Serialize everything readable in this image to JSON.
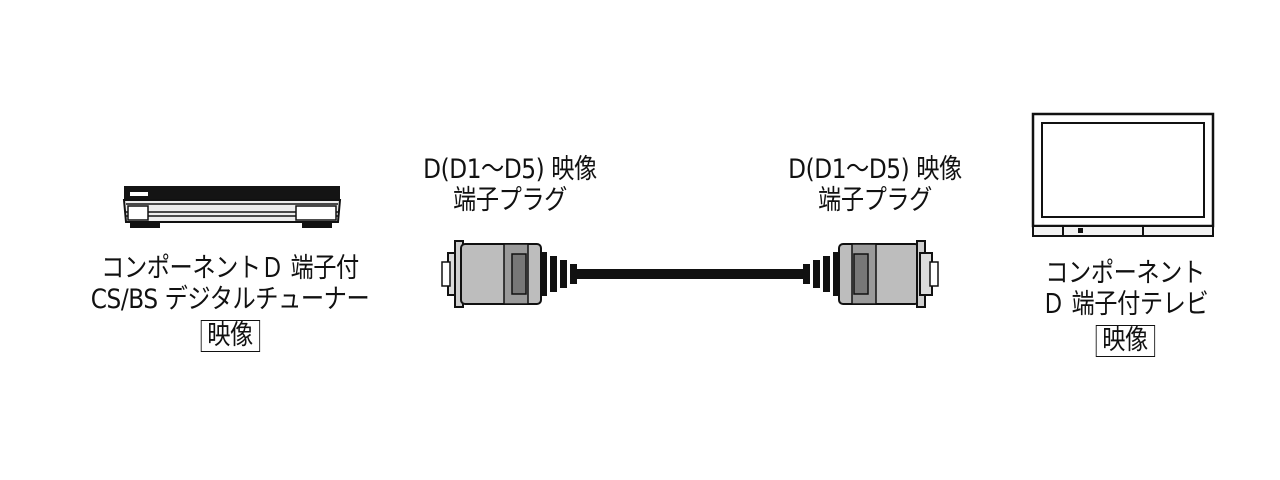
{
  "source_device": {
    "label_line1": "コンポーネントＤ 端子付",
    "label_line2": "CS/BS デジタルチューナー",
    "signal": "映像"
  },
  "cable": {
    "left_plug_line1": "D(D1～D5) 映像",
    "left_plug_line2": "端子プラグ",
    "right_plug_line1": "D(D1～D5) 映像",
    "right_plug_line2": "端子プラグ"
  },
  "target_device": {
    "label_line1": "コンポーネント",
    "label_line2": "Ｄ 端子付テレビ",
    "signal": "映像"
  },
  "colors": {
    "line": "#111111",
    "plug_body": "#bdbdbd",
    "plug_shade": "#8f8f8f",
    "device_light": "#e6e6e6"
  }
}
